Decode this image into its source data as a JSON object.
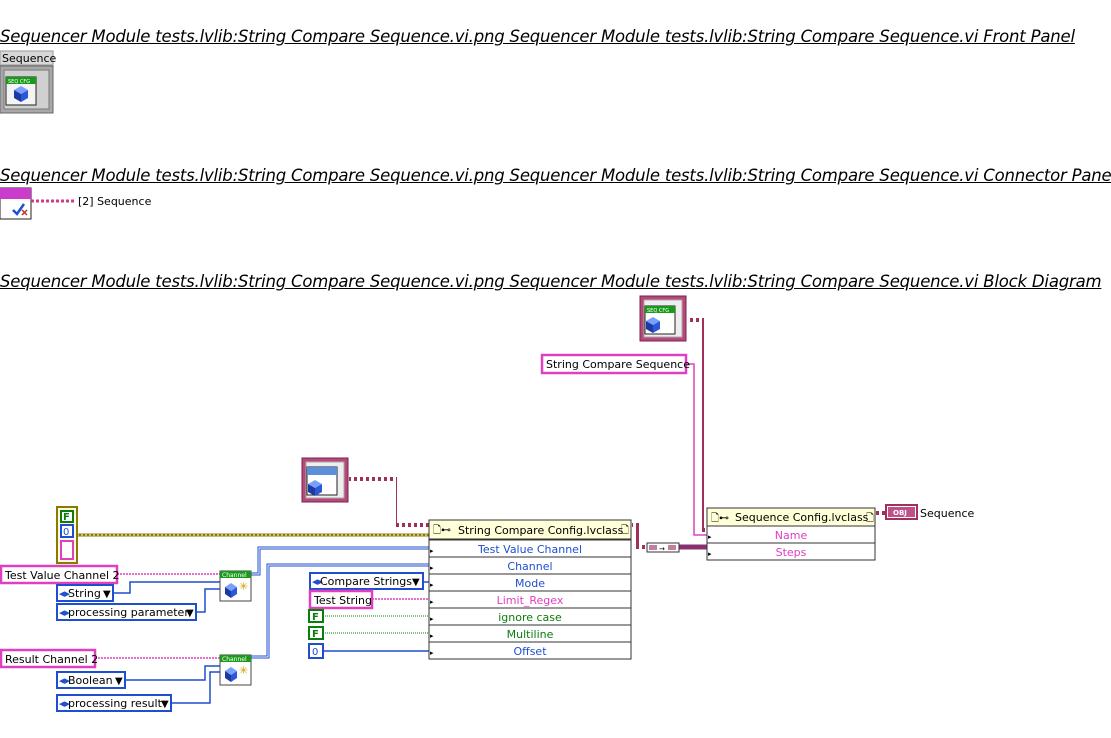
{
  "headers": {
    "front_panel": "Sequencer Module tests.lvlib:String Compare Sequence.vi.png  Sequencer Module tests.lvlib:String Compare Sequence.vi Front Panel",
    "connector_pane": "Sequencer Module tests.lvlib:String Compare Sequence.vi.png  Sequencer Module tests.lvlib:String Compare Sequence.vi Connector Pane",
    "block_diagram": "Sequencer Module tests.lvlib:String Compare Sequence.vi.png  Sequencer Module tests.lvlib:String Compare Sequence.vi Block Diagram"
  },
  "front_panel": {
    "indicator_label": "Sequence",
    "icon_text": "SEQ CFG"
  },
  "connector_pane": {
    "terminal_label": "[2] Sequence"
  },
  "block_diagram": {
    "constants": {
      "name_string": "String Compare Sequence",
      "test_value_channel": "Test Value Channel 2",
      "result_channel": "Result Channel 2",
      "test_string": "Test String",
      "bool_false_1": "F",
      "bool_false_2": "F",
      "cluster_bool": "F",
      "cluster_num": "0",
      "offset_num": "0"
    },
    "enums": {
      "string_type": "String",
      "processing_parameter": "processing parameter",
      "boolean_type": "Boolean",
      "processing_result": "processing result",
      "compare_mode": "Compare Strings"
    },
    "channel_nodes": [
      "Channel",
      "Channel"
    ],
    "string_compare_node": {
      "title": "String Compare Config.lvclass",
      "fields": [
        "Test Value Channel",
        "Channel",
        "Mode",
        "Limit_Regex",
        "ignore case",
        "Multiline",
        "Offset"
      ]
    },
    "sequence_node": {
      "title": "Sequence Config.lvclass",
      "fields": [
        "Name",
        "Steps"
      ]
    },
    "output_indicator": {
      "tag": "OBJ",
      "label": "Sequence"
    },
    "seq_icon_text": "SEQ CFG"
  },
  "colors": {
    "string_wire": "#e040c0",
    "class_wire": "#a0305a",
    "blue_wire": "#1f4fd0",
    "bool_wire": "#0a7d0a",
    "cluster_wire": "#8a7a00",
    "node_header": "#ffffd8"
  }
}
